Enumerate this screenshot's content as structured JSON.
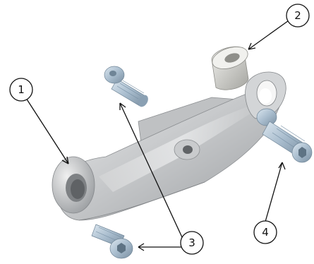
{
  "callouts": [
    {
      "number": "1"
    },
    {
      "number": "2"
    },
    {
      "number": "3"
    },
    {
      "number": "4"
    }
  ],
  "colors": {
    "bracket_light": "#d9dadb",
    "bracket_mid": "#b7b9bb",
    "bracket_dark": "#8f9295",
    "bolt_light": "#c7d5e2",
    "bolt_mid": "#9db2c5",
    "bolt_dark": "#6f8597",
    "spacer_light": "#e3e3df",
    "spacer_dark": "#9a9a95",
    "leader_line": "#111111"
  }
}
